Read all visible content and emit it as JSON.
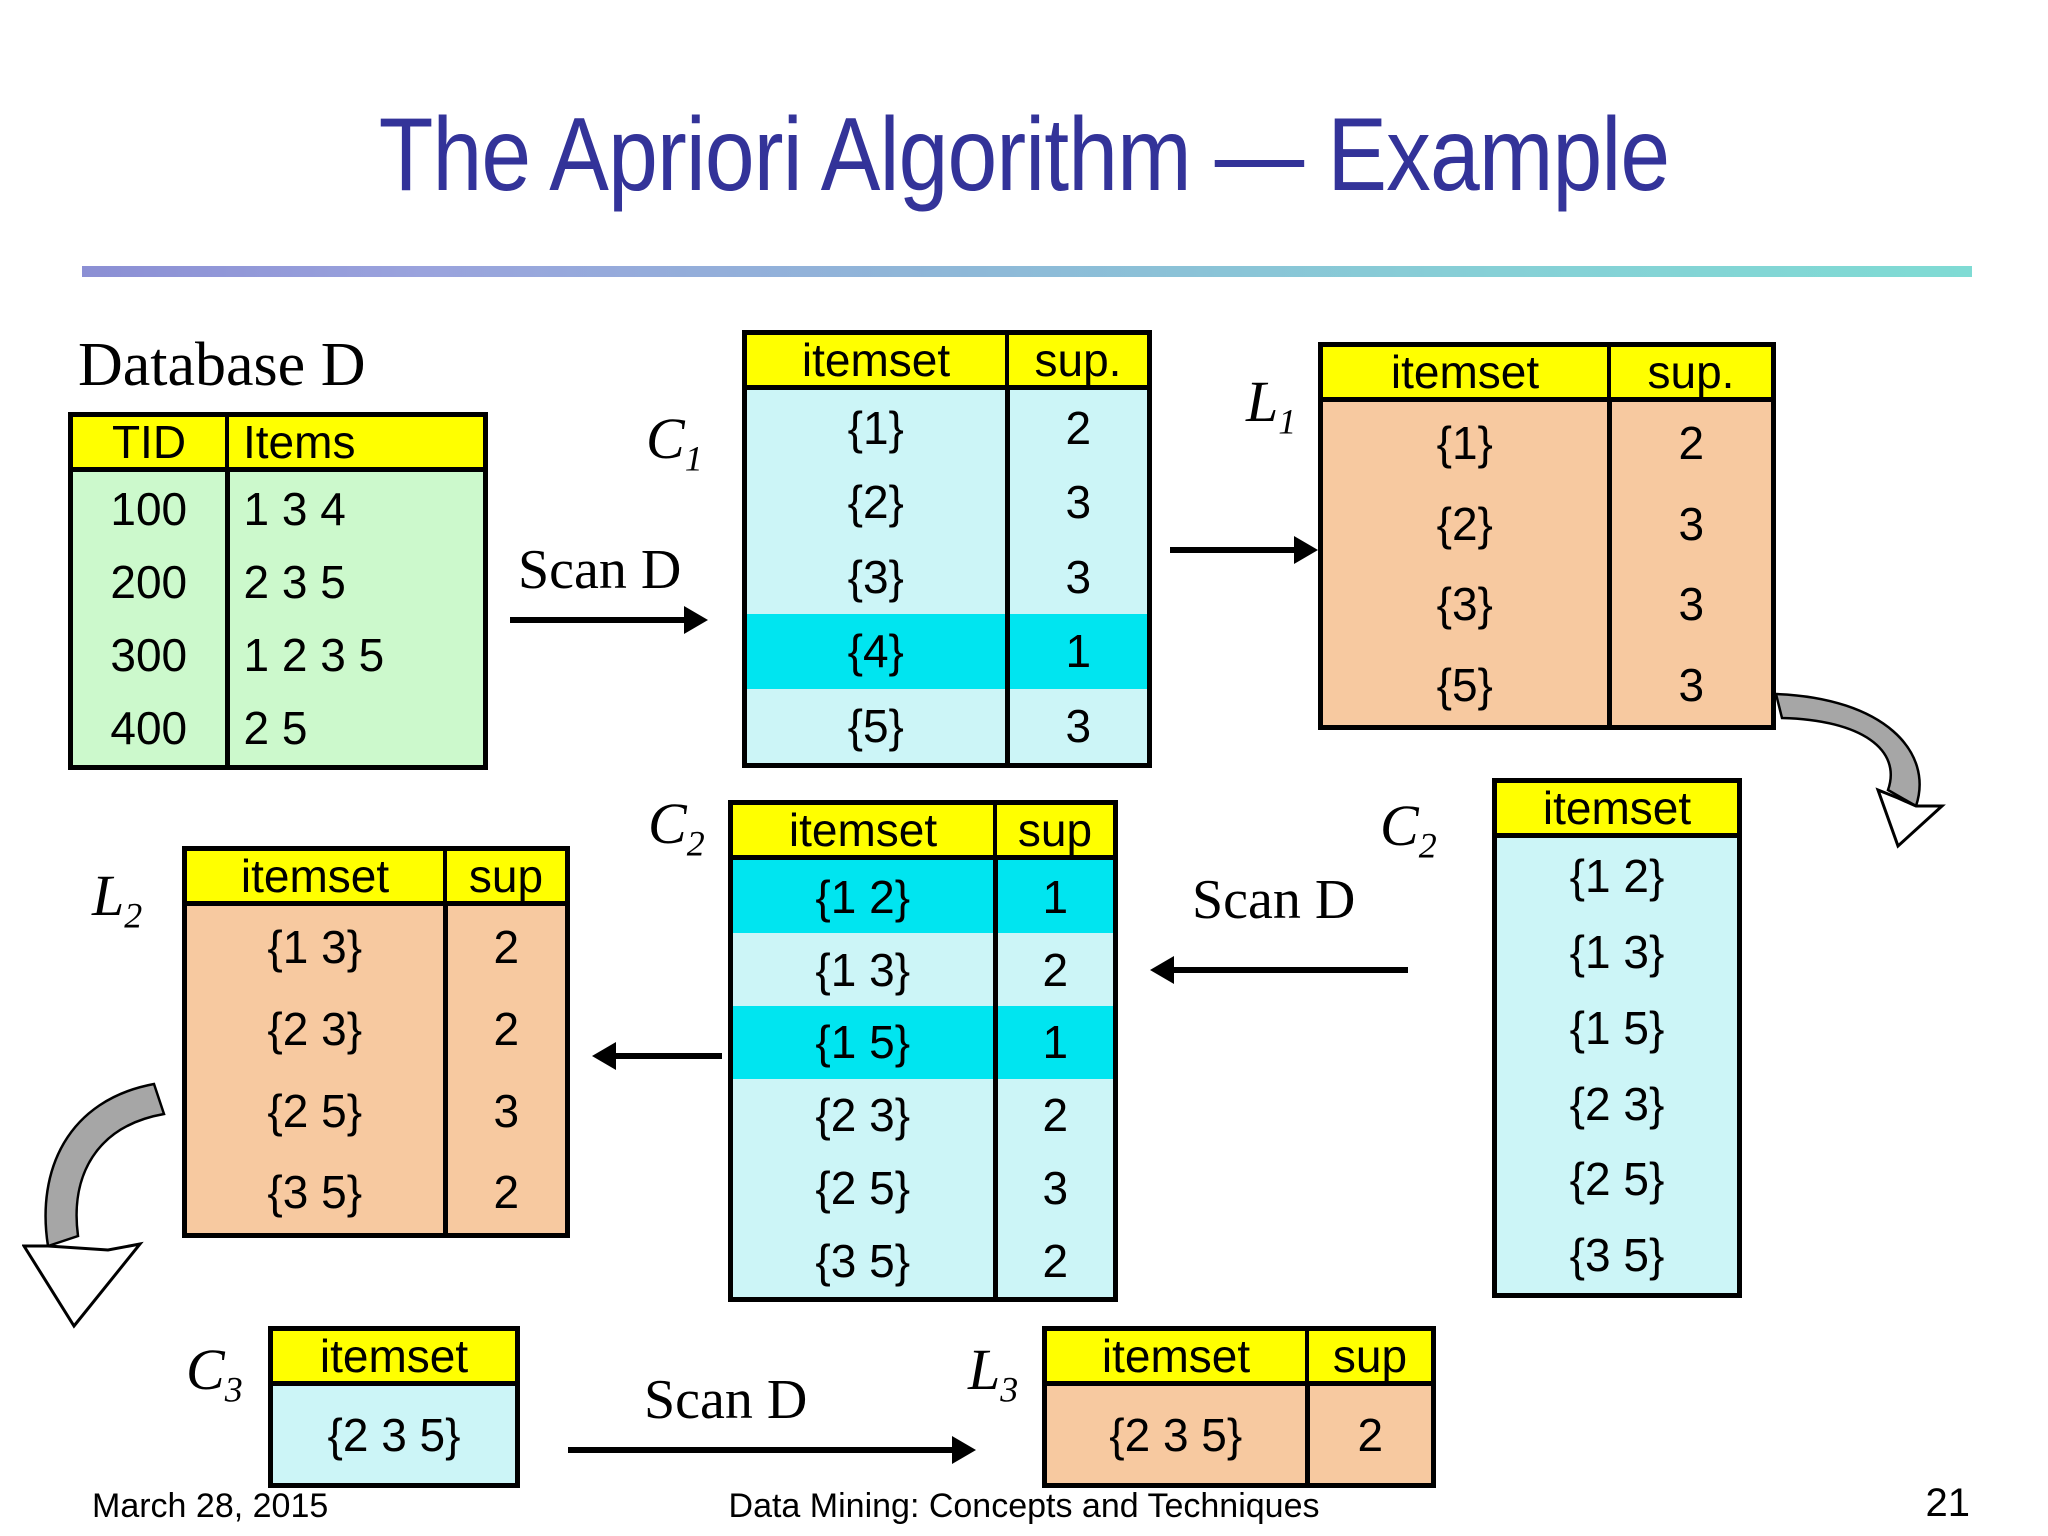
{
  "slide": {
    "title": "The Apriori Algorithm — Example",
    "page_number": "21",
    "footer_date": "March 28, 2015",
    "footer_center": "Data Mining: Concepts and Techniques",
    "colors": {
      "title": "#333399",
      "header_fill": "#ffff00",
      "db_fill": "#ccf9cc",
      "candidate_fill": "#ccf5f7",
      "frequent_fill": "#f7c9a0",
      "pruned_highlight": "#00e5f0",
      "curved_arrow_fill": "#a6a6a6"
    }
  },
  "database": {
    "caption": "Database D",
    "headers": [
      "TID",
      "Items"
    ],
    "rows": [
      {
        "tid": "100",
        "items": "1 3 4"
      },
      {
        "tid": "200",
        "items": "2 3 5"
      },
      {
        "tid": "300",
        "items": "1 2 3 5"
      },
      {
        "tid": "400",
        "items": "2 5"
      }
    ]
  },
  "c1": {
    "label": "C",
    "label_sub": "1",
    "headers": [
      "itemset",
      "sup."
    ],
    "rows": [
      {
        "itemset": "{1}",
        "sup": "2",
        "pruned": false
      },
      {
        "itemset": "{2}",
        "sup": "3",
        "pruned": false
      },
      {
        "itemset": "{3}",
        "sup": "3",
        "pruned": false
      },
      {
        "itemset": "{4}",
        "sup": "1",
        "pruned": true
      },
      {
        "itemset": "{5}",
        "sup": "3",
        "pruned": false
      }
    ]
  },
  "l1": {
    "label": "L",
    "label_sub": "1",
    "headers": [
      "itemset",
      "sup."
    ],
    "rows": [
      {
        "itemset": "{1}",
        "sup": "2"
      },
      {
        "itemset": "{2}",
        "sup": "3"
      },
      {
        "itemset": "{3}",
        "sup": "3"
      },
      {
        "itemset": "{5}",
        "sup": "3"
      }
    ]
  },
  "c2_right": {
    "label": "C",
    "label_sub": "2",
    "headers": [
      "itemset"
    ],
    "rows": [
      {
        "itemset": "{1 2}"
      },
      {
        "itemset": "{1 3}"
      },
      {
        "itemset": "{1 5}"
      },
      {
        "itemset": "{2 3}"
      },
      {
        "itemset": "{2 5}"
      },
      {
        "itemset": "{3 5}"
      }
    ]
  },
  "c2_center": {
    "label": "C",
    "label_sub": "2",
    "headers": [
      "itemset",
      "sup"
    ],
    "rows": [
      {
        "itemset": "{1 2}",
        "sup": "1",
        "pruned": true
      },
      {
        "itemset": "{1 3}",
        "sup": "2",
        "pruned": false
      },
      {
        "itemset": "{1 5}",
        "sup": "1",
        "pruned": true
      },
      {
        "itemset": "{2 3}",
        "sup": "2",
        "pruned": false
      },
      {
        "itemset": "{2 5}",
        "sup": "3",
        "pruned": false
      },
      {
        "itemset": "{3 5}",
        "sup": "2",
        "pruned": false
      }
    ]
  },
  "l2": {
    "label": "L",
    "label_sub": "2",
    "headers": [
      "itemset",
      "sup"
    ],
    "rows": [
      {
        "itemset": "{1 3}",
        "sup": "2"
      },
      {
        "itemset": "{2 3}",
        "sup": "2"
      },
      {
        "itemset": "{2 5}",
        "sup": "3"
      },
      {
        "itemset": "{3 5}",
        "sup": "2"
      }
    ]
  },
  "c3": {
    "label": "C",
    "label_sub": "3",
    "headers": [
      "itemset"
    ],
    "rows": [
      {
        "itemset": "{2 3 5}"
      }
    ]
  },
  "l3": {
    "label": "L",
    "label_sub": "3",
    "headers": [
      "itemset",
      "sup"
    ],
    "rows": [
      {
        "itemset": "{2 3 5}",
        "sup": "2"
      }
    ]
  },
  "arrows": {
    "scan_d_1": "Scan D",
    "scan_d_2": "Scan D",
    "scan_d_3": "Scan D"
  }
}
